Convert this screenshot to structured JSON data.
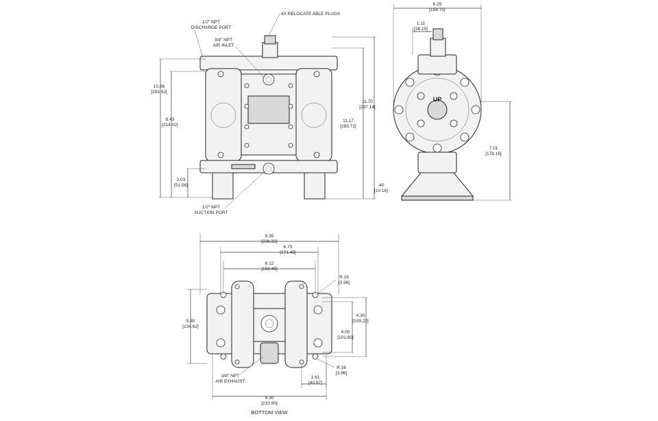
{
  "labels": {
    "relocatable_plugs": "4X RELOCATE ABLE PLUGS",
    "discharge_port": [
      "1/2\" NPT",
      "DISCHARGE PORT"
    ],
    "air_inlet": [
      "3/8\" NPT",
      "AIR INLET"
    ],
    "suction_port": [
      "1/2\" NPT",
      "SUCTION PORT"
    ],
    "air_exhaust": [
      "3/8\" NPT",
      "AIR EXHAUST"
    ],
    "bottom_view": "BOTTOM VIEW",
    "up_marking": "UP"
  },
  "dimensions": {
    "front_height_overall": [
      "10.06",
      "[255.52]"
    ],
    "front_height_discharge": [
      "8.43",
      "[214.02]"
    ],
    "front_height_suction": [
      "2.03",
      "[51.56]"
    ],
    "right_height_a": [
      "11.17",
      "[283.72]"
    ],
    "right_height_b": [
      "11.70",
      "[297.14]"
    ],
    "foot_thickness": [
      ".40",
      "[10.16]"
    ],
    "side_width": [
      "6.25",
      "[158.75]"
    ],
    "side_offset": [
      "1.11",
      "[28.19]"
    ],
    "side_height": [
      "7.01",
      "[178.16]"
    ],
    "bottom_width_overall": [
      "9.30",
      "[236.32]"
    ],
    "bottom_width_b": [
      "6.75",
      "[171.45]"
    ],
    "bottom_width_c": [
      "6.12",
      "[155.45]"
    ],
    "radius_top": [
      "R.16",
      "[3.96]"
    ],
    "bottom_depth_a": [
      "4.30",
      "[109.22]"
    ],
    "bottom_depth_b": [
      "4.00",
      "[101.60]"
    ],
    "bottom_depth_overall": [
      "5.30",
      "[134.62]"
    ],
    "radius_bottom": [
      "R.16",
      "[3.96]"
    ],
    "exhaust_offset": [
      "1.61",
      "[40.97]"
    ],
    "bottom_base_width": [
      "8.30",
      "[210.90]"
    ]
  }
}
